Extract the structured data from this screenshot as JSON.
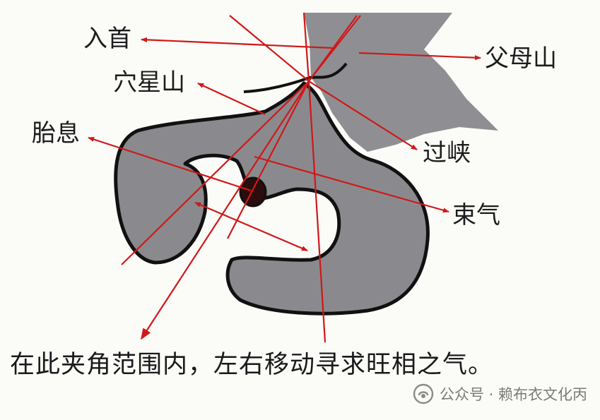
{
  "labels": {
    "rushou": "入首",
    "fumushan": "父母山",
    "xuexingshan": "穴星山",
    "guoxia": "过峡",
    "taixi": "胎息",
    "shuqi": "束气"
  },
  "caption": "在此夹角范围内，左右移动寻求旺相之气。",
  "watermark": {
    "icon": "wechat-official-account-icon",
    "text": "公众号 · 赖布衣文化丙"
  },
  "colors": {
    "arrow": "#d01818",
    "landform": "#8a8a8e",
    "outline": "#111111",
    "background": "#fbfbf8"
  }
}
